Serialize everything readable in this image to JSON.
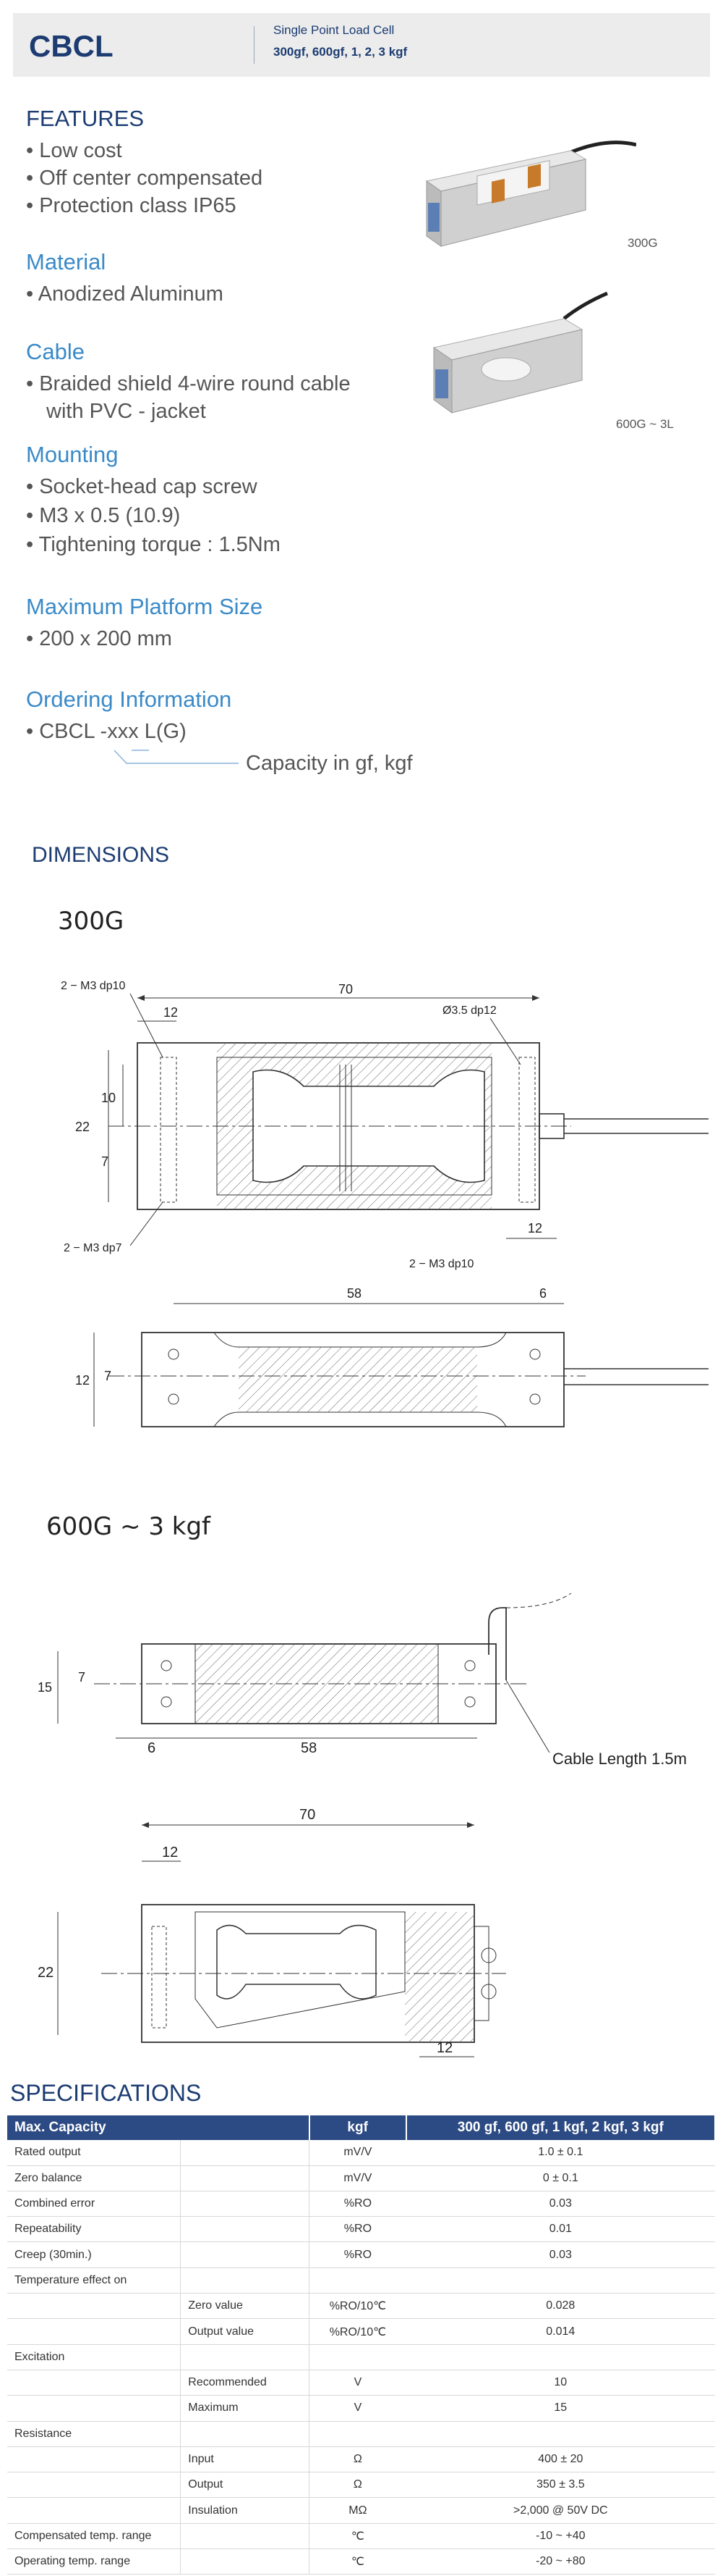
{
  "header": {
    "model": "CBCL",
    "subtitle": "Single Point Load Cell",
    "capacities": "300gf, 600gf, 1, 2, 3 kgf"
  },
  "features": {
    "title": "FEATURES",
    "items": [
      "• Low cost",
      "• Off center compensated",
      "• Protection class IP65"
    ]
  },
  "material": {
    "title": "Material",
    "items": [
      "• Anodized Aluminum"
    ]
  },
  "cable": {
    "title": "Cable",
    "items": [
      "• Braided shield 4-wire round cable",
      "with PVC - jacket"
    ]
  },
  "mounting": {
    "title": "Mounting",
    "items": [
      "• Socket-head cap screw",
      "• M3 x 0.5 (10.9)",
      "• Tightening torque : 1.5Nm"
    ]
  },
  "platform": {
    "title": "Maximum Platform Size",
    "items": [
      "• 200 x 200 mm"
    ]
  },
  "ordering": {
    "title": "Ordering Information",
    "code": "• CBCL -xxx L(G)",
    "note": "Capacity in gf, kgf"
  },
  "photos": {
    "label1": "300G",
    "label2": "600G ~ 3L"
  },
  "dimensions": {
    "title": "DIMENSIONS",
    "d1": {
      "title": "300G",
      "m3_dp10_top": "2 − M3 dp10",
      "m3_dp7": "2 − M3 dp7",
      "m3_dp10_bot": "2 − M3 dp10",
      "hole": "Ø3.5 dp12",
      "len70": "70",
      "len12a": "12",
      "len12b": "12",
      "h22": "22",
      "h10": "10",
      "h7": "7",
      "len58": "58",
      "len6": "6",
      "h12": "12",
      "h7b": "7"
    },
    "d2": {
      "title": "600G ~ 3 kgf",
      "h15": "15",
      "h7": "7",
      "len6": "6",
      "len58": "58",
      "cable": "Cable Length 1.5m",
      "len70": "70",
      "len12a": "12",
      "h22": "22",
      "len12b": "12"
    }
  },
  "specs": {
    "title": "SPECIFICATIONS",
    "head": [
      "Max. Capacity",
      "kgf",
      "300 gf,  600 gf, 1 kgf,  2 kgf,  3 kgf"
    ],
    "rows": [
      [
        "Rated output",
        "",
        "mV/V",
        "1.0 ± 0.1"
      ],
      [
        "Zero balance",
        "",
        "mV/V",
        "0 ± 0.1"
      ],
      [
        "Combined error",
        "",
        "%RO",
        "0.03"
      ],
      [
        "Repeatability",
        "",
        "%RO",
        "0.01"
      ],
      [
        "Creep (30min.)",
        "",
        "%RO",
        "0.03"
      ],
      [
        "Temperature effect on",
        "",
        "",
        ""
      ],
      [
        "",
        "Zero value",
        "%RO/10℃",
        "0.028"
      ],
      [
        "",
        "Output  value",
        "%RO/10℃",
        "0.014"
      ],
      [
        "Excitation",
        "",
        "",
        ""
      ],
      [
        "",
        "Recommended",
        "V",
        "10"
      ],
      [
        "",
        "Maximum",
        "V",
        "15"
      ],
      [
        "Resistance",
        "",
        "",
        ""
      ],
      [
        "",
        "Input",
        "Ω",
        "400 ± 20"
      ],
      [
        "",
        "Output",
        "Ω",
        "350 ± 3.5"
      ],
      [
        "",
        "Insulation",
        "MΩ",
        ">2,000 @ 50V DC"
      ],
      [
        "Compensated temp. range",
        "",
        "℃",
        "-10 ~ +40"
      ],
      [
        "Operating temp. range",
        "",
        "℃",
        "-20 ~ +80"
      ]
    ]
  },
  "colors": {
    "navy": "#1c3c72",
    "accent": "#3a8ac8",
    "table_head": "#2c4a83"
  }
}
